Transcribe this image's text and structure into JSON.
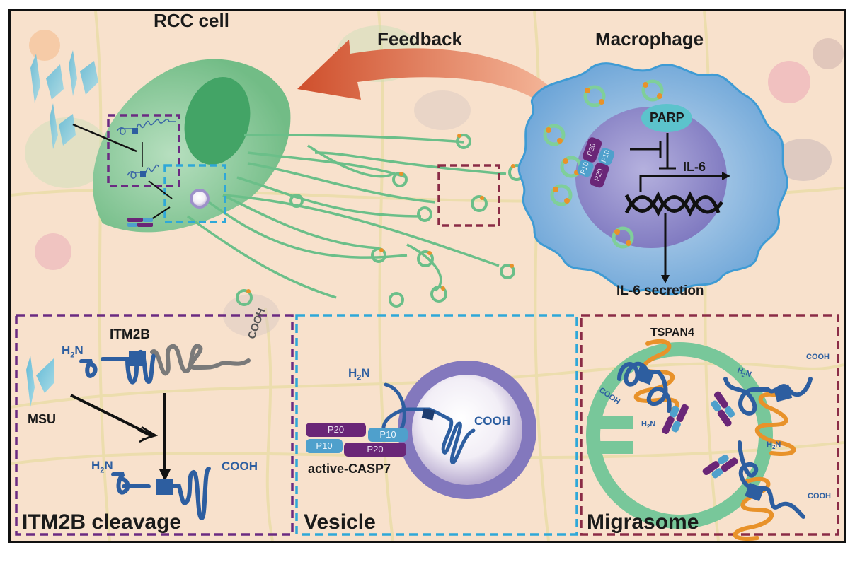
{
  "figure": {
    "top": {
      "rcc_cell_label": "RCC cell",
      "feedback_label": "Feedback",
      "macrophage_label": "Macrophage",
      "parp_label": "PARP",
      "il6_label": "IL-6",
      "il6_secretion_label": "IL-6 secretion",
      "macrophage_casp": [
        {
          "subunits": [
            "P10",
            "P20"
          ]
        },
        {
          "subunits": [
            "P20",
            "P10"
          ]
        }
      ]
    },
    "panels": [
      {
        "id": "itm2b-cleavage",
        "title": "ITM2B cleavage",
        "border_color": "#6b2b82",
        "labels": {
          "protein": "ITM2B",
          "n_terminus": "H2N",
          "c_terminus": "COOH",
          "stimulus": "MSU"
        }
      },
      {
        "id": "vesicle",
        "title": "Vesicle",
        "border_color": "#2fa8d8",
        "labels": {
          "n_terminus": "H2N",
          "c_terminus": "COOH",
          "enzyme": "active-CASP7"
        },
        "casp7_subunits": [
          [
            "P20",
            "P10"
          ],
          [
            "P10",
            "P20"
          ]
        ]
      },
      {
        "id": "migrasome",
        "title": "Migrasome",
        "border_color": "#8b2c46",
        "labels": {
          "protein": "TSPAN4",
          "n_terminus": "H2N",
          "c_terminus": "COOH"
        }
      }
    ],
    "colors": {
      "background": "#f8e1cc",
      "rcc_cell": "#7cc08f",
      "rcc_nucleus": "#3fa066",
      "feedback_arrow": "#d8623b",
      "macrophage": "#7fb0dc",
      "macrophage_nucleus": "#8a84c4",
      "parp": "#5cc3cc",
      "p20": "#6a2677",
      "p10": "#4fa0cc",
      "itm2b": "#2d5ea0",
      "tspan4": "#e8922a",
      "migrasome_ring": "#78c79a",
      "vesicle_ring": "#8378bd"
    }
  }
}
